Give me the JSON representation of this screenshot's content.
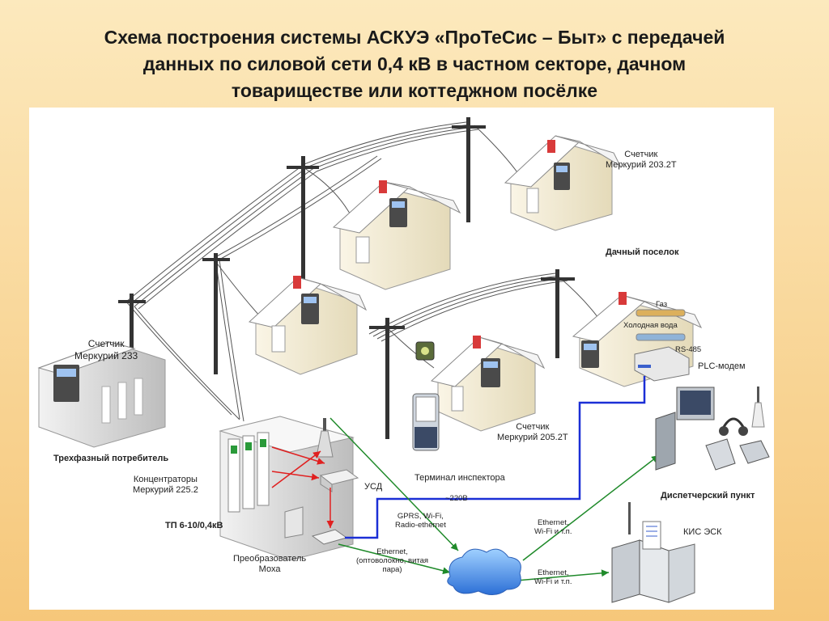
{
  "title": {
    "line1": "Схема построения системы АСКУЭ «ПроТеСис – Быт» с передачей",
    "line2": "данных по силовой сети 0,4 кВ в частном секторе, дачном",
    "line3": "товариществе или коттеджном посёлке"
  },
  "labels": {
    "meter_233_l1": "Счетчик",
    "meter_233_l2": "Меркурий 233",
    "three_phase": "Трехфазный потребитель",
    "concentrators_l1": "Концентраторы",
    "concentrators_l2": "Меркурий 225.2",
    "tp": "ТП 6-10/0,4кВ",
    "usd": "УСД",
    "moxa_l1": "Преобразователь",
    "moxa_l2": "Моха",
    "ethernet_fiber_l1": "Ethernet,",
    "ethernet_fiber_l2": "(оптоволокно, витая",
    "ethernet_fiber_l3": "пара)",
    "gprs_l1": "GPRS, Wi-Fi,",
    "gprs_l2": "Radio-ethernet",
    "v220": "~220В",
    "terminal": "Терминал инспектора",
    "meter_205_l1": "Счетчик",
    "meter_205_l2": "Меркурий 205.2Т",
    "meter_203_l1": "Счетчик",
    "meter_203_l2": "Меркурий 203.2Т",
    "dacha": "Дачный поселок",
    "gas": "Газ",
    "cold_water": "Холодная вода",
    "rs485": "RS-485",
    "plc": "PLC-модем",
    "dispatch": "Диспетчерский пункт",
    "eth_wifi1_l1": "Ethernet,",
    "eth_wifi1_l2": "Wi-Fi и т.п.",
    "eth_wifi2_l1": "Ethernet,",
    "eth_wifi2_l2": "Wi-Fi и т.п.",
    "kis": "КИС ЭСК"
  },
  "colors": {
    "background_top": "#fce9bd",
    "background_bottom": "#f6c77a",
    "wire_blue": "#1b2fd6",
    "wire_green": "#1f8a2a",
    "wire_red": "#e02020",
    "house_wall": "#f2ead2",
    "roof": "#ffffff",
    "chimney": "#d83a3a"
  },
  "icons": [
    "house-icon",
    "pole-icon",
    "meter-icon",
    "server-icon",
    "cloud-icon",
    "computer-icon",
    "antenna-icon",
    "headset-icon",
    "phone-icon",
    "pda-icon",
    "modem-icon"
  ]
}
